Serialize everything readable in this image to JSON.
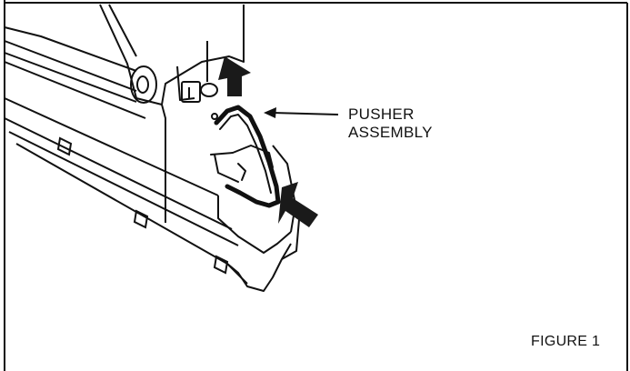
{
  "callout": {
    "line1": "PUSHER",
    "line2": "ASSEMBLY"
  },
  "caption": "FIGURE 1",
  "colors": {
    "ink": "#111111",
    "paper": "#ffffff",
    "arrow": "#1a1a1a"
  }
}
